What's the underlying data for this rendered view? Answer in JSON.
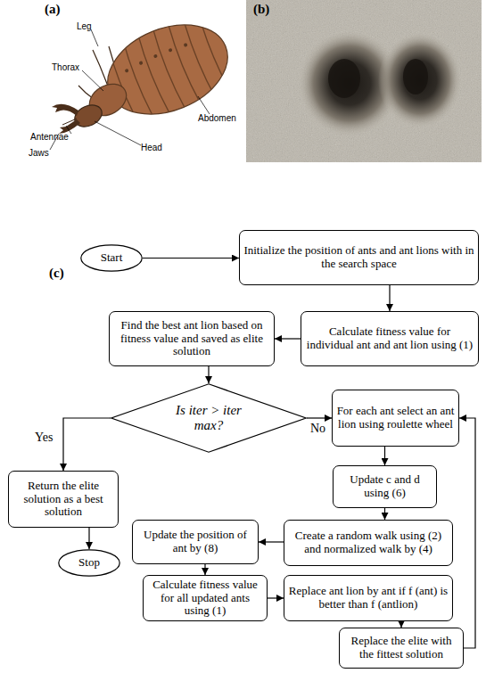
{
  "diagram": {
    "nodes": [
      {
        "text": [
          "Start"
        ]
      },
      {
        "text": [
          "Initialize the position of ants and ant lions with in the search space"
        ]
      },
      {
        "text": [
          "Find the best ant lion based on fitness value and saved as elite solution"
        ]
      },
      {
        "text": [
          "Calculate fitness value for individual ant and ant lion using (1)"
        ]
      },
      {
        "text": [
          "Is iter > iter max?"
        ]
      },
      {
        "text": [
          "For each ant select an ant lion using roulette wheel"
        ]
      },
      {
        "text": [
          "Return the elite solution as a best solution"
        ]
      },
      {
        "text": [
          "Update c and d using (6)"
        ]
      },
      {
        "text": [
          "Update the position of ant by (8)"
        ]
      },
      {
        "text": [
          "Create a random walk using (2) and normalized walk by (4)"
        ]
      },
      {
        "text": [
          "Stop"
        ]
      },
      {
        "text": [
          "Calculate fitness value for all updated ants using (1)"
        ]
      },
      {
        "text": [
          "Replace ant lion by ant if f (ant) is better than f (antlion)"
        ]
      },
      {
        "text": [
          "Replace the elite with the fittest solution"
        ]
      }
    ],
    "edges": [
      {
        "from": 0,
        "to": 1,
        "arrow": "to"
      },
      {
        "from": 1,
        "to": 3,
        "arrow": "to"
      },
      {
        "from": 3,
        "to": 2,
        "arrow": "to"
      },
      {
        "from": 2,
        "to": 4,
        "arrow": "to"
      },
      {
        "from": 4,
        "to": 6,
        "label": "Yes",
        "arrow": "to"
      },
      {
        "from": 4,
        "to": 5,
        "label": "No",
        "arrow": "to"
      },
      {
        "from": 5,
        "to": 7,
        "arrow": "to"
      },
      {
        "from": 7,
        "to": 9,
        "arrow": "to"
      },
      {
        "from": 9,
        "to": 8,
        "arrow": "to"
      },
      {
        "from": 8,
        "to": 11,
        "arrow": "to"
      },
      {
        "from": 11,
        "to": 12,
        "arrow": "to"
      },
      {
        "from": 12,
        "to": 13,
        "arrow": "to"
      },
      {
        "from": 13,
        "to": 5,
        "arrow": "to"
      },
      {
        "from": 6,
        "to": 10,
        "arrow": "to"
      }
    ],
    "labels": [
      "(a)",
      "Leg",
      "Thorax",
      "Antennae",
      "Jaws",
      "Head",
      "Abdomen",
      "(b)",
      "(c)"
    ]
  }
}
